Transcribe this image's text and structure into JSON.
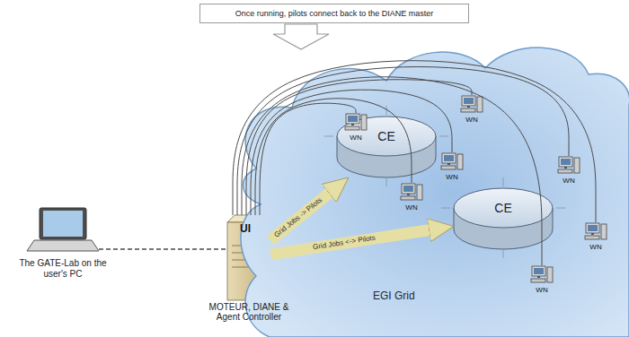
{
  "diagram": {
    "nodes": [
      {
        "text": [
          "Once running, pilots connect back to the DIANE master"
        ]
      },
      {
        "text": [
          "The GATE-Lab on the user's PC"
        ]
      },
      {
        "text": [
          "UI",
          "MOTEUR, DIANE & Agent Controller"
        ]
      },
      {
        "text": [
          "EGI Grid"
        ]
      },
      {
        "text": [
          "CE"
        ],
        "in": 3
      },
      {
        "text": [
          "CE"
        ],
        "in": 3
      },
      {
        "text": [
          "WN"
        ],
        "in": 3
      },
      {
        "text": [
          "WN"
        ],
        "in": 3
      },
      {
        "text": [
          "WN"
        ],
        "in": 3
      },
      {
        "text": [
          "WN"
        ],
        "in": 3
      },
      {
        "text": [
          "WN"
        ],
        "in": 3
      },
      {
        "text": [
          "WN"
        ],
        "in": 3
      },
      {
        "text": [
          "WN"
        ],
        "in": 3
      }
    ],
    "edges": [
      {
        "from": 1,
        "to": 2,
        "arrow": "none"
      },
      {
        "from": 2,
        "to": 4,
        "arrow": "to",
        "label": "Grid Jobs -> Pilots"
      },
      {
        "from": 2,
        "to": 5,
        "arrow": "to",
        "label": "Grid Jobs <-> Pilots"
      },
      {
        "from": 2,
        "to": 6,
        "arrow": "none"
      },
      {
        "from": 2,
        "to": 7,
        "arrow": "none"
      },
      {
        "from": 2,
        "to": 8,
        "arrow": "none"
      },
      {
        "from": 2,
        "to": 9,
        "arrow": "none"
      },
      {
        "from": 2,
        "to": 10,
        "arrow": "none"
      },
      {
        "from": 2,
        "to": 11,
        "arrow": "none"
      },
      {
        "from": 2,
        "to": 12,
        "arrow": "none"
      }
    ]
  }
}
